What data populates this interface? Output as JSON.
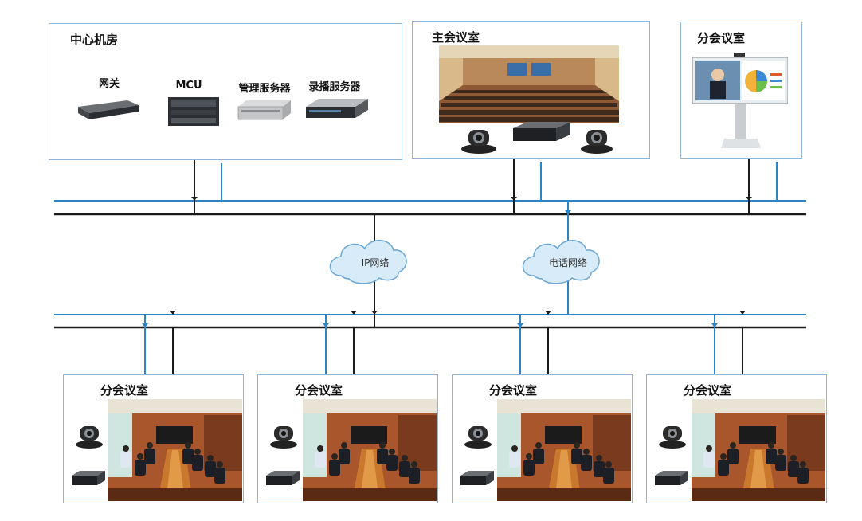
{
  "center_room": {
    "title": "中心机房",
    "devices": [
      "网关",
      "MCU",
      "管理服务器",
      "录播服务器"
    ]
  },
  "main_room": {
    "title": "主会议室"
  },
  "branch_top": {
    "title": "分会议室"
  },
  "networks": {
    "ip": "IP网络",
    "phone": "电话网络"
  },
  "branch_rooms": [
    {
      "title": "分会议室"
    },
    {
      "title": "分会议室"
    },
    {
      "title": "分会议室"
    },
    {
      "title": "分会议室"
    }
  ],
  "colors": {
    "ip_line": "#1a1a1a",
    "phone_line": "#2b84c6",
    "box_border": "#8fb3d9",
    "cloud_fill": "#d8ebf8"
  }
}
